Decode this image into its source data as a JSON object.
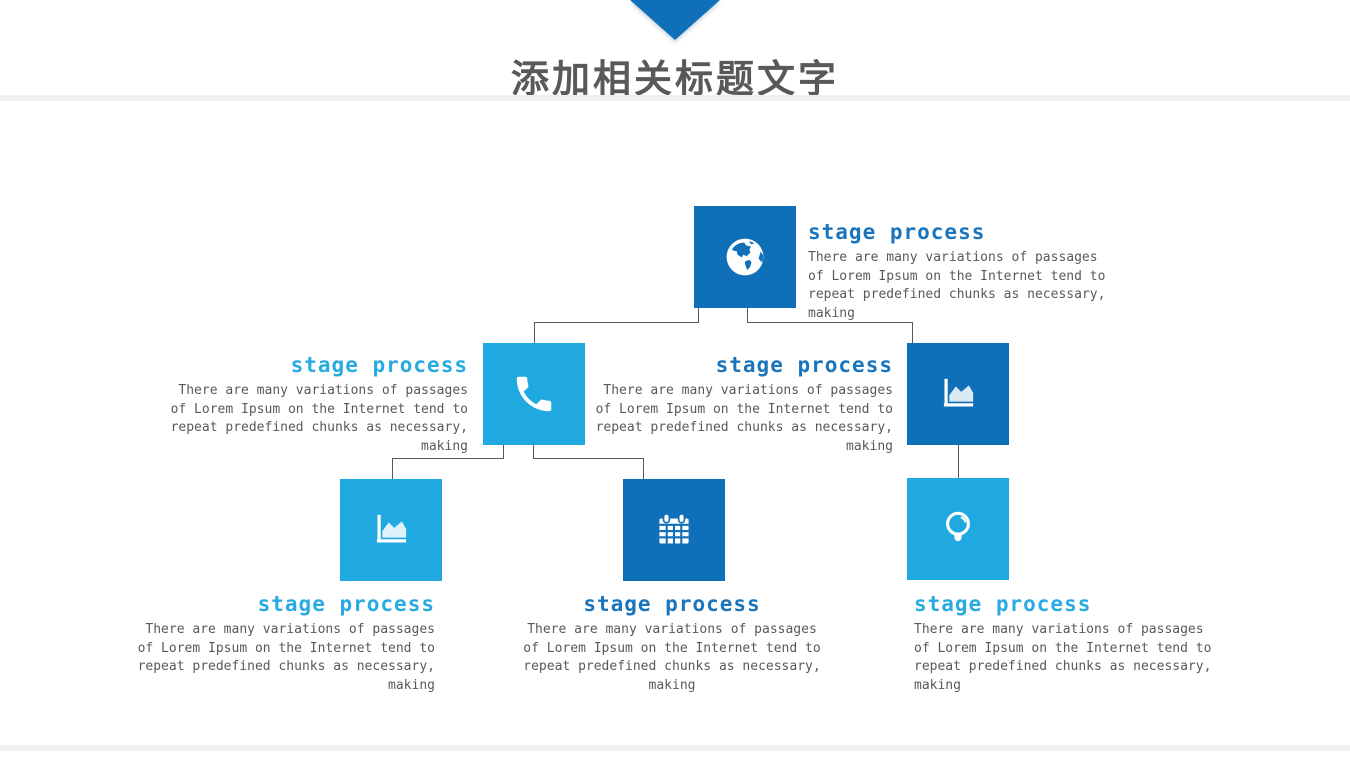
{
  "slide": {
    "title": "添加相关标题文字",
    "colors": {
      "tile_dark_blue": "#0F6FB8",
      "tile_light_blue": "#1FA9E0",
      "heading_dark_blue": "#1B75BC",
      "heading_light_blue": "#29ABE2",
      "body_text_gray": "#58595B",
      "connector_gray": "#58595B",
      "title_gray": "#595959"
    }
  },
  "nodes": [
    {
      "heading": "stage process",
      "icon": "globe-icon",
      "tone": "dark",
      "description": "There are many variations of passages\nof Lorem Ipsum on the Internet tend to\nrepeat predefined chunks as necessary,\nmaking"
    },
    {
      "heading": "stage process",
      "icon": "phone-icon",
      "tone": "light",
      "description": "There are many variations of passages\nof Lorem Ipsum on the Internet tend to\nrepeat predefined chunks as necessary,\nmaking"
    },
    {
      "heading": "stage process",
      "icon": "area-chart-icon",
      "tone": "dark",
      "description": "There are many variations of passages\nof Lorem Ipsum on the Internet tend to\nrepeat predefined chunks as necessary,\nmaking"
    },
    {
      "heading": "stage process",
      "icon": "area-chart-icon",
      "tone": "light",
      "description": "There are many variations of passages\nof Lorem Ipsum on the Internet tend to\nrepeat predefined chunks as necessary,\nmaking"
    },
    {
      "heading": "stage process",
      "icon": "calendar-icon",
      "tone": "dark",
      "description": "There are many variations of passages\nof Lorem Ipsum on the Internet tend to\nrepeat predefined chunks as necessary,\nmaking"
    },
    {
      "heading": "stage process",
      "icon": "lightbulb-icon",
      "tone": "light",
      "description": "There are many variations of passages\nof Lorem Ipsum on the Internet tend to\nrepeat predefined chunks as necessary,\nmaking"
    }
  ]
}
